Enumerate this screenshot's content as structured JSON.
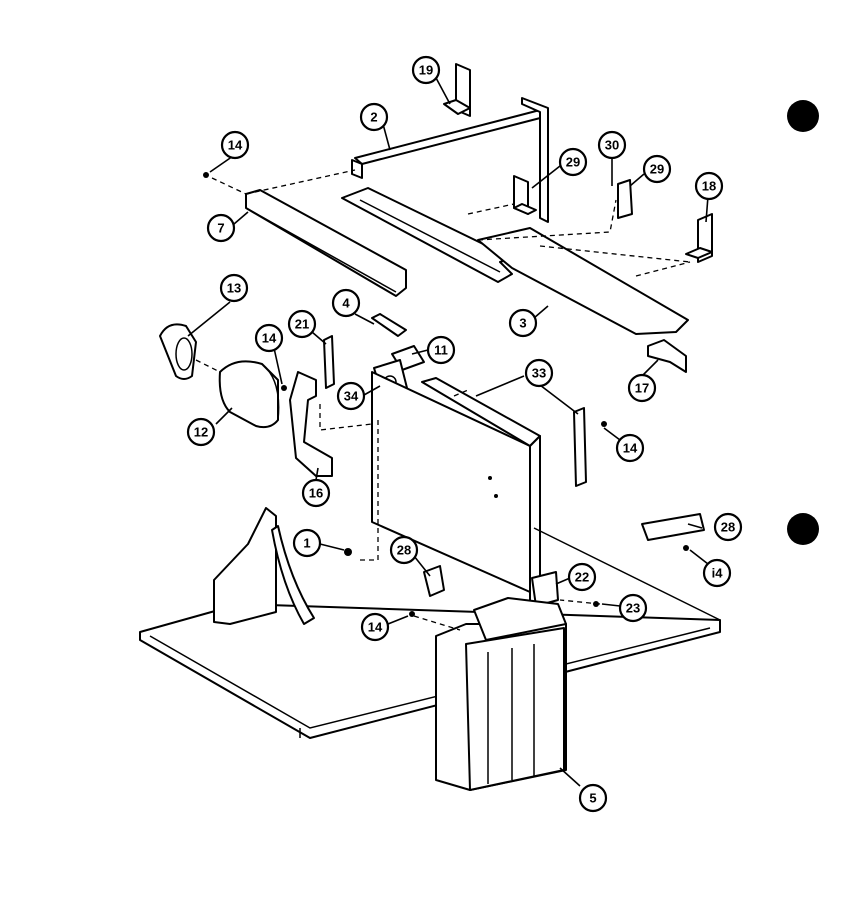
{
  "callouts": {
    "c19": "19",
    "c2": "2",
    "c14a": "14",
    "c29a": "29",
    "c30": "30",
    "c29b": "29",
    "c18": "18",
    "c7": "7",
    "c13": "13",
    "c4": "4",
    "c21": "21",
    "c14b": "14",
    "c11": "11",
    "c3": "3",
    "c17": "17",
    "c34": "34",
    "c33": "33",
    "c12": "12",
    "c14c": "14",
    "c16": "16",
    "c28a": "28",
    "c1": "1",
    "c28b": "28",
    "c22": "22",
    "c14d": "i4",
    "c14e": "14",
    "c23": "23",
    "c5": "5"
  }
}
